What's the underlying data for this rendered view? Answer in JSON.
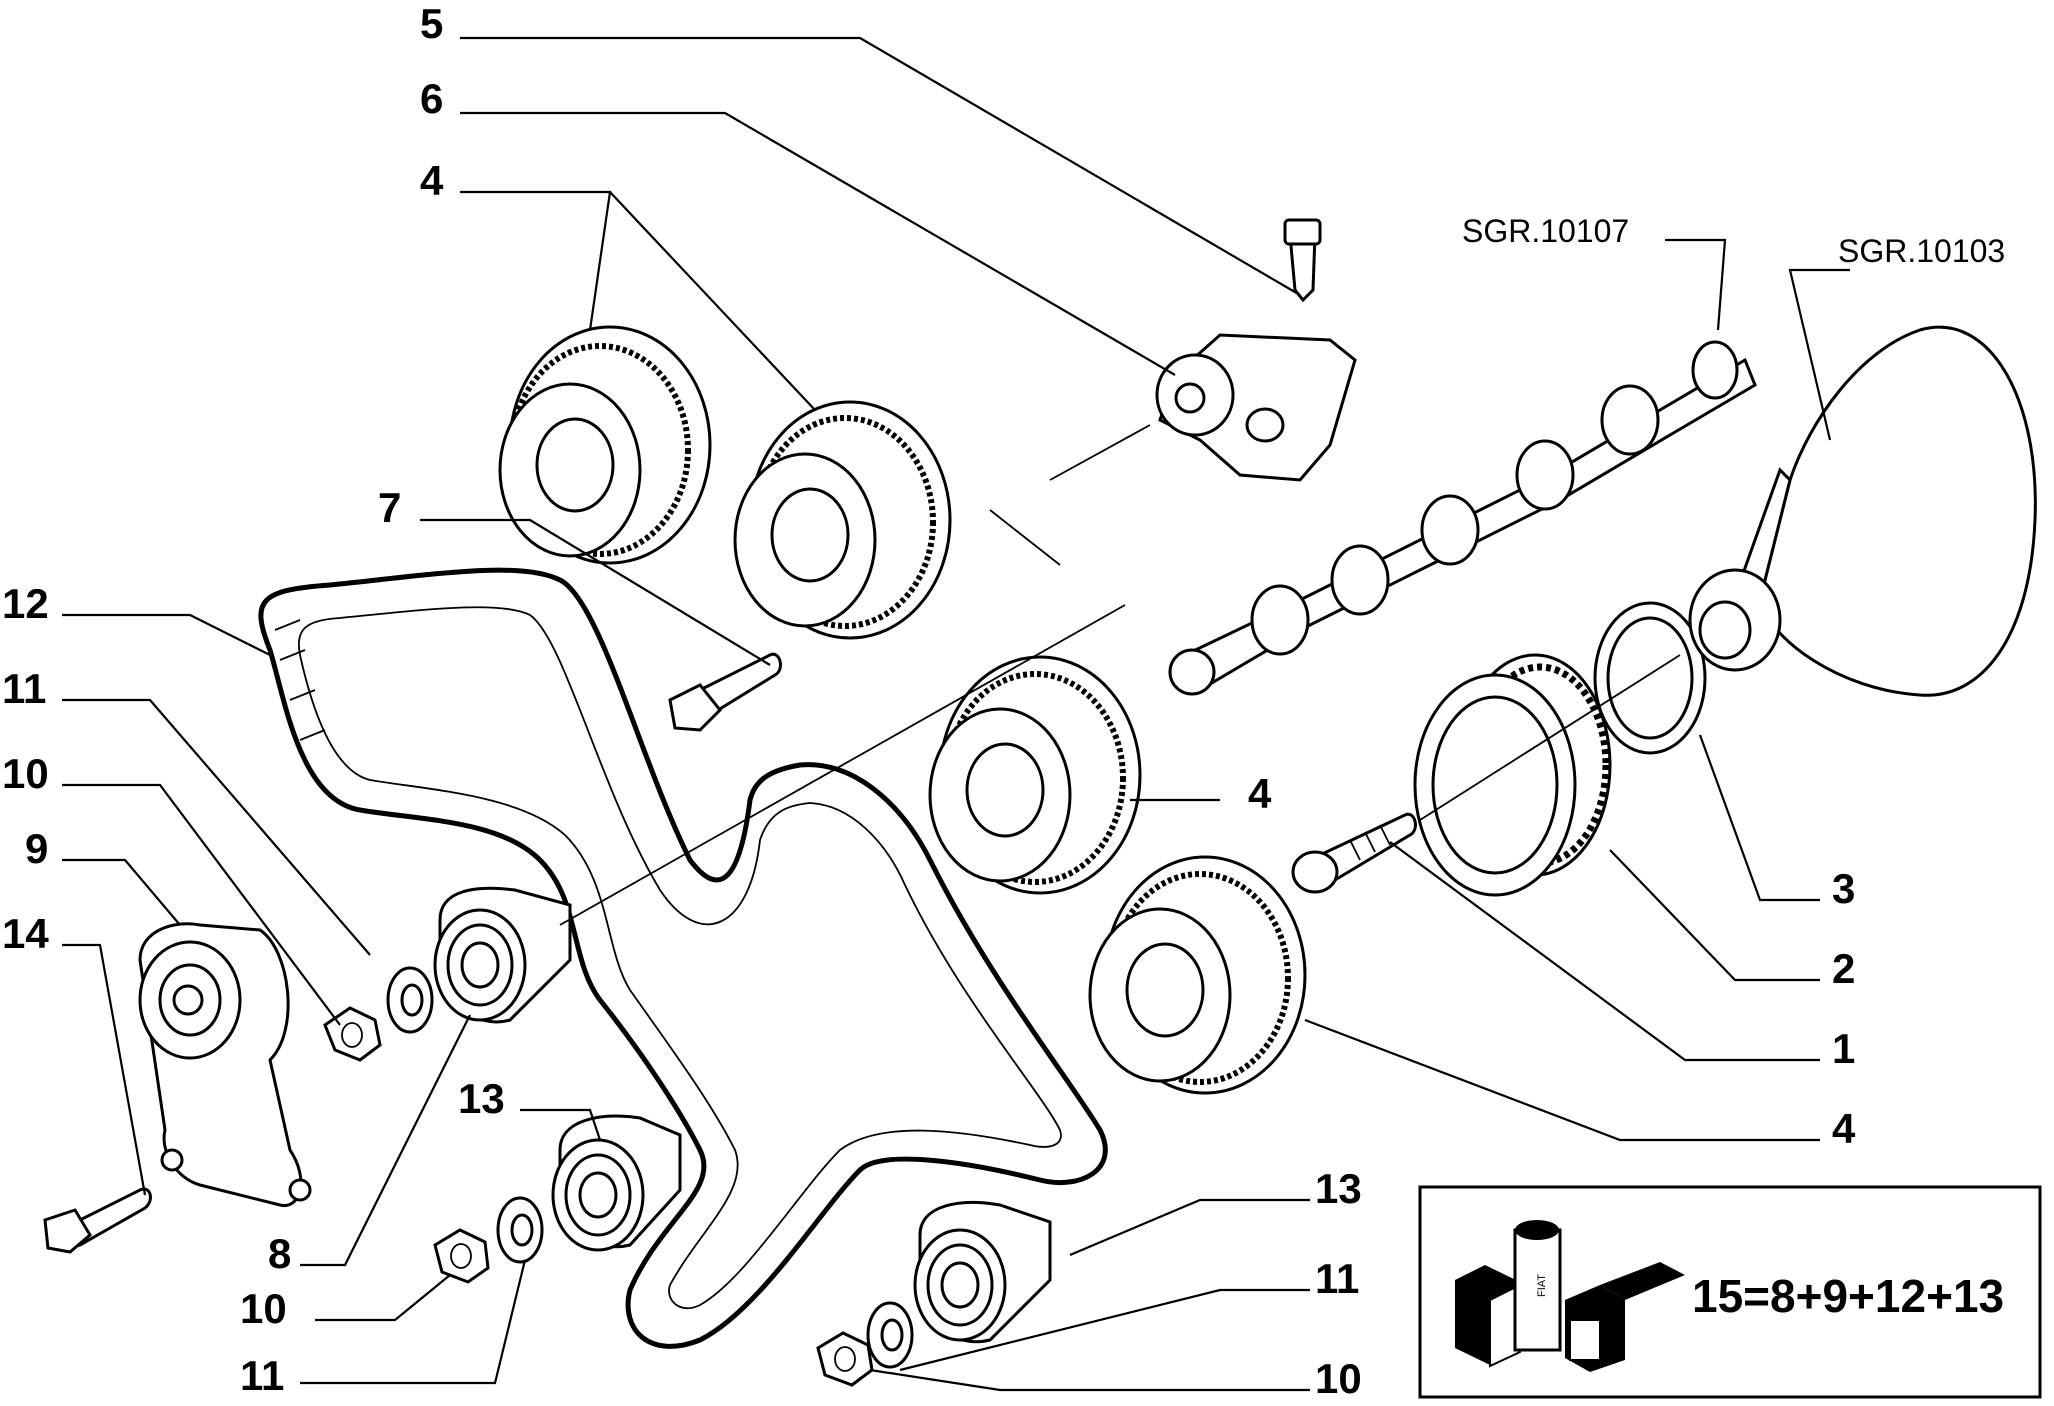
{
  "labels": {
    "l5": "5",
    "l6": "6",
    "l4a": "4",
    "l7": "7",
    "l12": "12",
    "l11a": "11",
    "l10a": "10",
    "l9": "9",
    "l14": "14",
    "l4b": "4",
    "l3": "3",
    "l2": "2",
    "l1": "1",
    "l4c": "4",
    "l13a": "13",
    "l8": "8",
    "l10b": "10",
    "l11b": "11",
    "l13b": "13",
    "l11c": "11",
    "l10c": "10"
  },
  "references": {
    "camshaft": "SGR.10107",
    "crankshaft": "SGR.10103"
  },
  "kit": {
    "formula": "15=8+9+12+13",
    "brand": "FIAT"
  }
}
